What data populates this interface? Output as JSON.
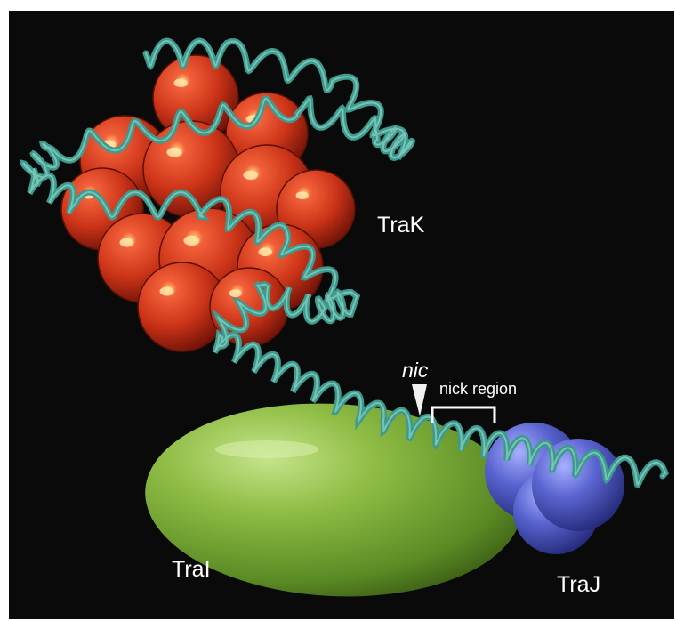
{
  "labels": {
    "trak": "TraK",
    "trai": "TraI",
    "traj": "TraJ",
    "nic": "nic",
    "nick_region": "nick region"
  },
  "colors": {
    "background": "#0a0a0a",
    "trak_protein": "#d13a22",
    "trai_protein": "#7fae3e",
    "traj_protein": "#5a64c8",
    "dna": "#3f9a8e",
    "label": "#ffffff"
  }
}
